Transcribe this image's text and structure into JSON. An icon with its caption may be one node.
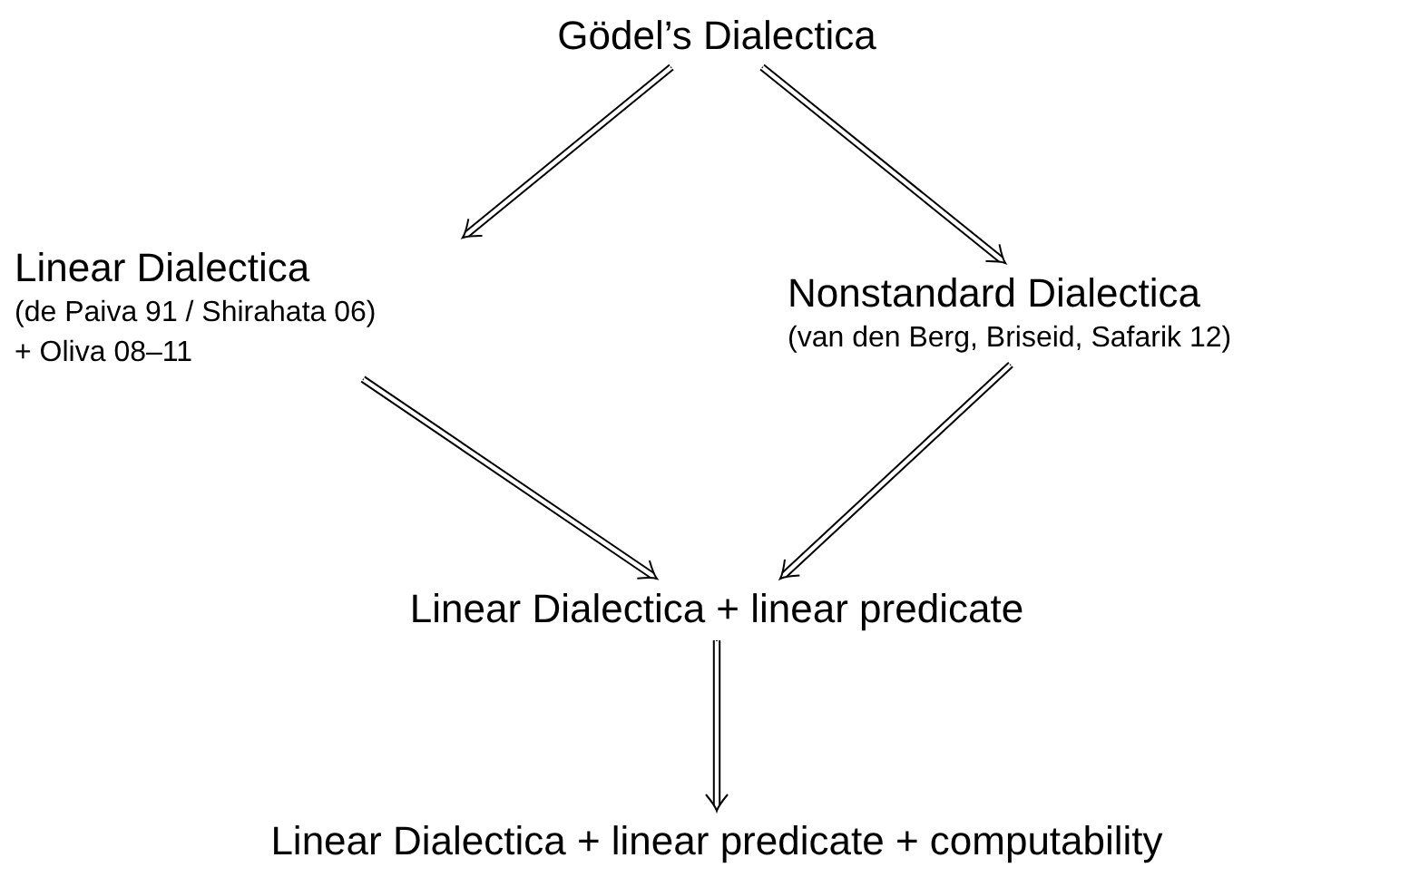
{
  "diagram": {
    "nodes": [
      {
        "text": [
          "Gödel’s Dialectica"
        ]
      },
      {
        "text": [
          "Linear Dialectica",
          "(de Paiva 91 / Shirahata 06)",
          "+ Oliva 08–11"
        ]
      },
      {
        "text": [
          "Nonstandard Dialectica",
          "(van den Berg, Briseid, Safarik 12)"
        ]
      },
      {
        "text": [
          "Linear Dialectica + linear predicate"
        ]
      },
      {
        "text": [
          "Linear Dialectica + linear predicate + computability"
        ]
      }
    ],
    "edges": [
      {
        "from": 0,
        "to": 1,
        "arrow": "to"
      },
      {
        "from": 0,
        "to": 2,
        "arrow": "to"
      },
      {
        "from": 1,
        "to": 3,
        "arrow": "to"
      },
      {
        "from": 2,
        "to": 3,
        "arrow": "to"
      },
      {
        "from": 3,
        "to": 4,
        "arrow": "to"
      }
    ]
  }
}
